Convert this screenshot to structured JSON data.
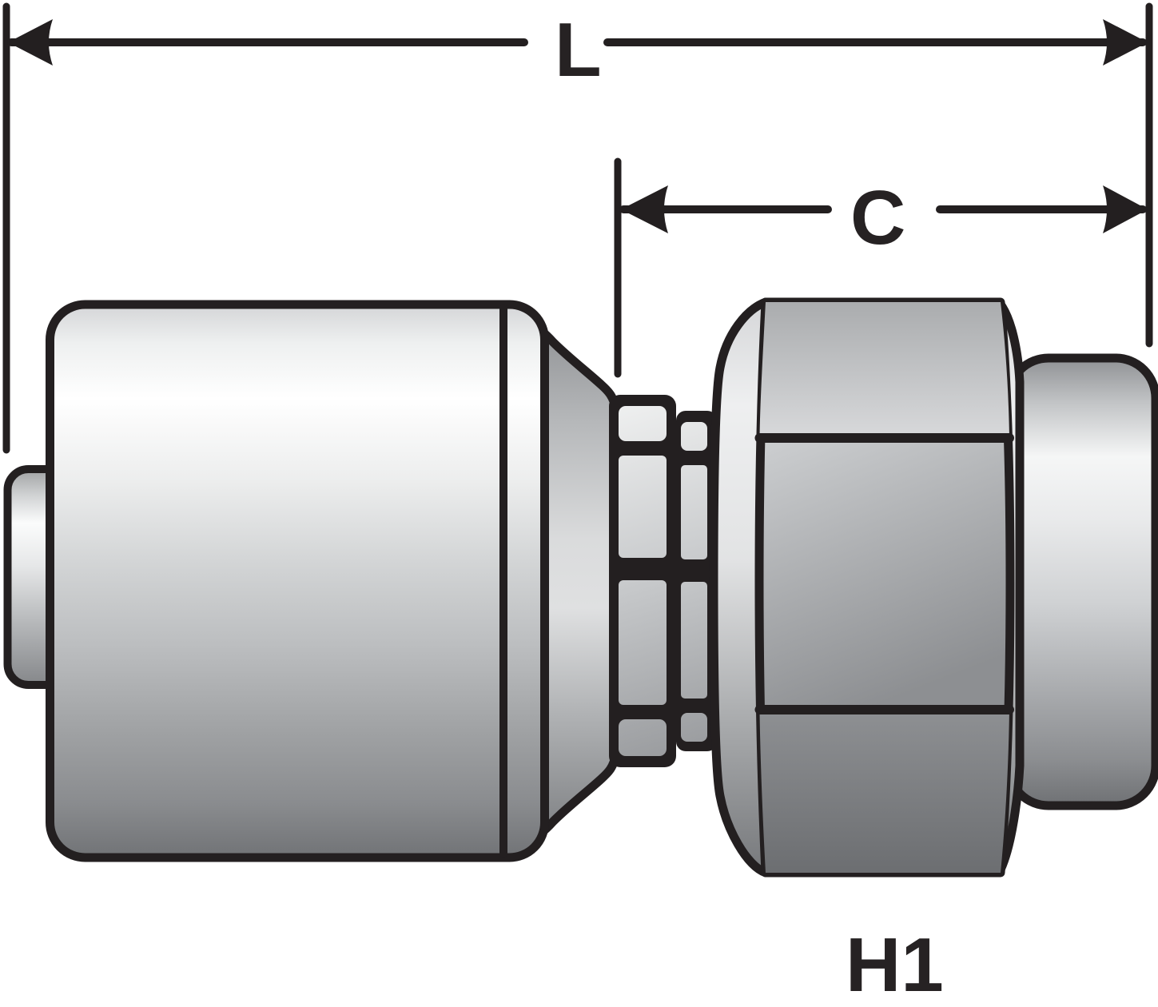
{
  "figure": {
    "type": "technical-diagram",
    "description": "Side view line drawing of a crimp-style hydraulic hose coupling with female swivel hex nut",
    "dimension_labels": {
      "overall_length": "L",
      "cutoff_length": "C"
    },
    "part_label": "H1",
    "colors": {
      "background": "#ffffff",
      "line": "#231f20",
      "label_text": "#262223"
    }
  }
}
